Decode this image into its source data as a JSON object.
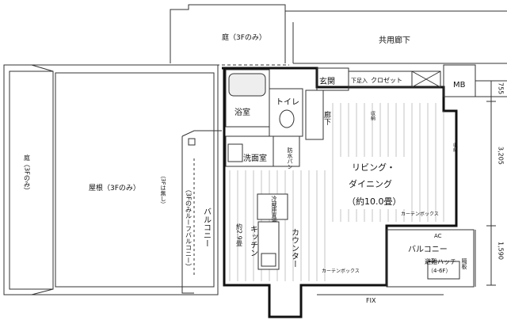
{
  "labels": {
    "garden_top": "庭（3Fのみ）",
    "corridor": "共用廊下",
    "entrance": "玄関",
    "shoe_box": "下足入",
    "closet": "クロゼット",
    "mb": "MB",
    "bath": "浴室",
    "toilet": "トイレ",
    "hall": "廊下",
    "washroom": "洗面室",
    "waterproof_pan": "防水パン",
    "ldk_line1": "リビング・",
    "ldk_line2": "ダイニング",
    "ldk_line3": "（約10.0畳）",
    "storage_left": "収納",
    "storage_right": "収納",
    "curtain_box_mid": "カーテンボックス",
    "curtain_box_bottom": "カーテンボックス",
    "fridge": "冷蔵庫置場",
    "kitchen": "キッチン",
    "kitchen_area": "約2.9畳",
    "counter": "カウンター",
    "balcony_left": "バルコニー",
    "roof_balcony": "（3Fのみルーフバルコニー）",
    "not_3f": "（3Fは無し）",
    "roof": "屋根（3Fのみ）",
    "garden_left": "庭（3Fのみ）",
    "balcony_right": "バルコニー",
    "evac_hatch_line1": "避難ハッチ",
    "evac_hatch_line2": "（4-6F）",
    "partition": "隔板",
    "ac": "AC",
    "fix": "FIX",
    "dim_1": "755",
    "dim_2": "3,205",
    "dim_3": "1,590"
  }
}
